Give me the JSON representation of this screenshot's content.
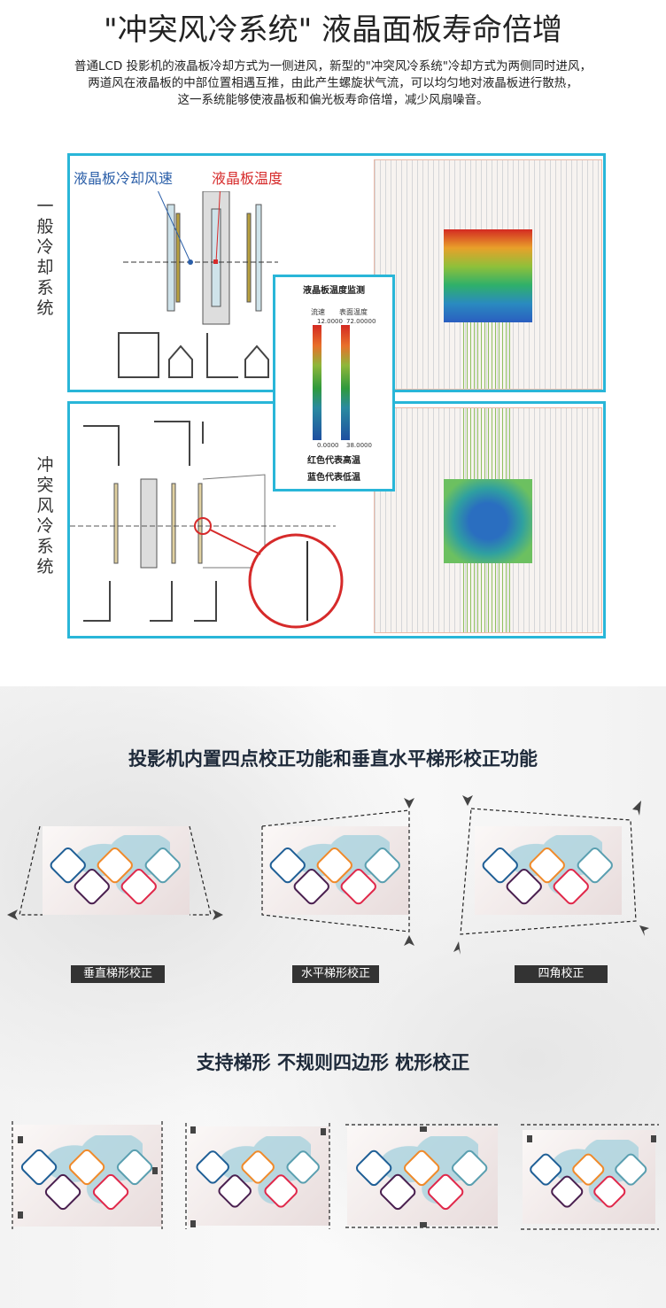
{
  "header": {
    "title": "\"冲突风冷系统\" 液晶面板寿命倍增",
    "lines": [
      "普通LCD 投影机的液晶板冷却方式为一侧进风，新型的\"冲突风冷系统\"冷却方式为两侧同时进风，",
      "两道风在液晶板的中部位置相遇互推，由此产生螺旋状气流，可以均匀地对液晶板进行散热，",
      "这一系统能够使液晶板和偏光板寿命倍增，减少风扇噪音。"
    ]
  },
  "cooling": {
    "normal_label": "一般冷却系统",
    "collision_label": "冲突风冷系统",
    "wind_speed_label": "液晶板冷却风速",
    "temp_label": "液晶板温度",
    "legend": {
      "title": "液晶板温度监测",
      "col1": "流速",
      "col2": "表面温度",
      "col1_max": "12.0000",
      "col2_max": "72.00000",
      "col1_min": "0.0000",
      "col2_min": "38.0000",
      "note1": "红色代表高温",
      "note2": "蓝色代表低温"
    },
    "accent": "#29b6d8"
  },
  "correction": {
    "heading": "投影机内置四点校正功能和垂直水平梯形校正功能",
    "labels": [
      "垂直梯形校正",
      "水平梯形校正",
      "四角校正"
    ]
  },
  "shapes": {
    "heading": "支持梯形 不规则四边形 枕形校正"
  }
}
